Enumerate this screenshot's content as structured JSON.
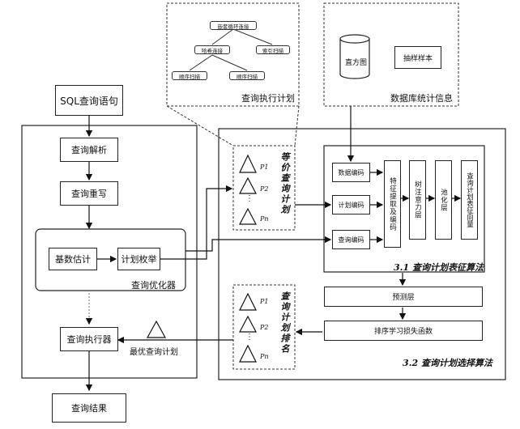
{
  "sql_input": "SQL查询语句",
  "optimizer": {
    "label": "查询优化器",
    "parse": "查询解析",
    "rewrite": "查询重写",
    "cardinality": "基数估计",
    "enumerate": "计划枚举"
  },
  "executor": "查询执行器",
  "result": "查询结果",
  "best_plan": "最优查询计划",
  "plan_panel": {
    "title": "查询执行计划",
    "root": "嵌套循环连接",
    "hash": "哈希连接",
    "index": "索引扫描",
    "seq1": "顺序扫描",
    "seq2": "顺序扫描"
  },
  "stats_panel": {
    "title": "数据库统计信息",
    "histogram": "直方图",
    "sample": "抽样样本"
  },
  "equiv_plans": {
    "label": "等价查询计划",
    "p1": "P1",
    "p2": "P2",
    "pn": "Pn",
    "dots": "⋮"
  },
  "ranked_plans": {
    "label": "查询计划排名",
    "p1": "P1",
    "p2": "P2",
    "pn": "Pn",
    "dots": "⋮"
  },
  "representation": {
    "title": "3.1 查询计划表征算法",
    "data_enc": "数据编码",
    "plan_enc": "计划编码",
    "query_enc": "查询编码",
    "feature": "特征提取及编码",
    "tree_attn": "树注意力层",
    "pool": "池化层",
    "vector": "查询计划表征向量"
  },
  "selection": {
    "title": "3.2 查询计划选择算法",
    "predict": "预测层",
    "loss": "排序学习损失函数"
  }
}
